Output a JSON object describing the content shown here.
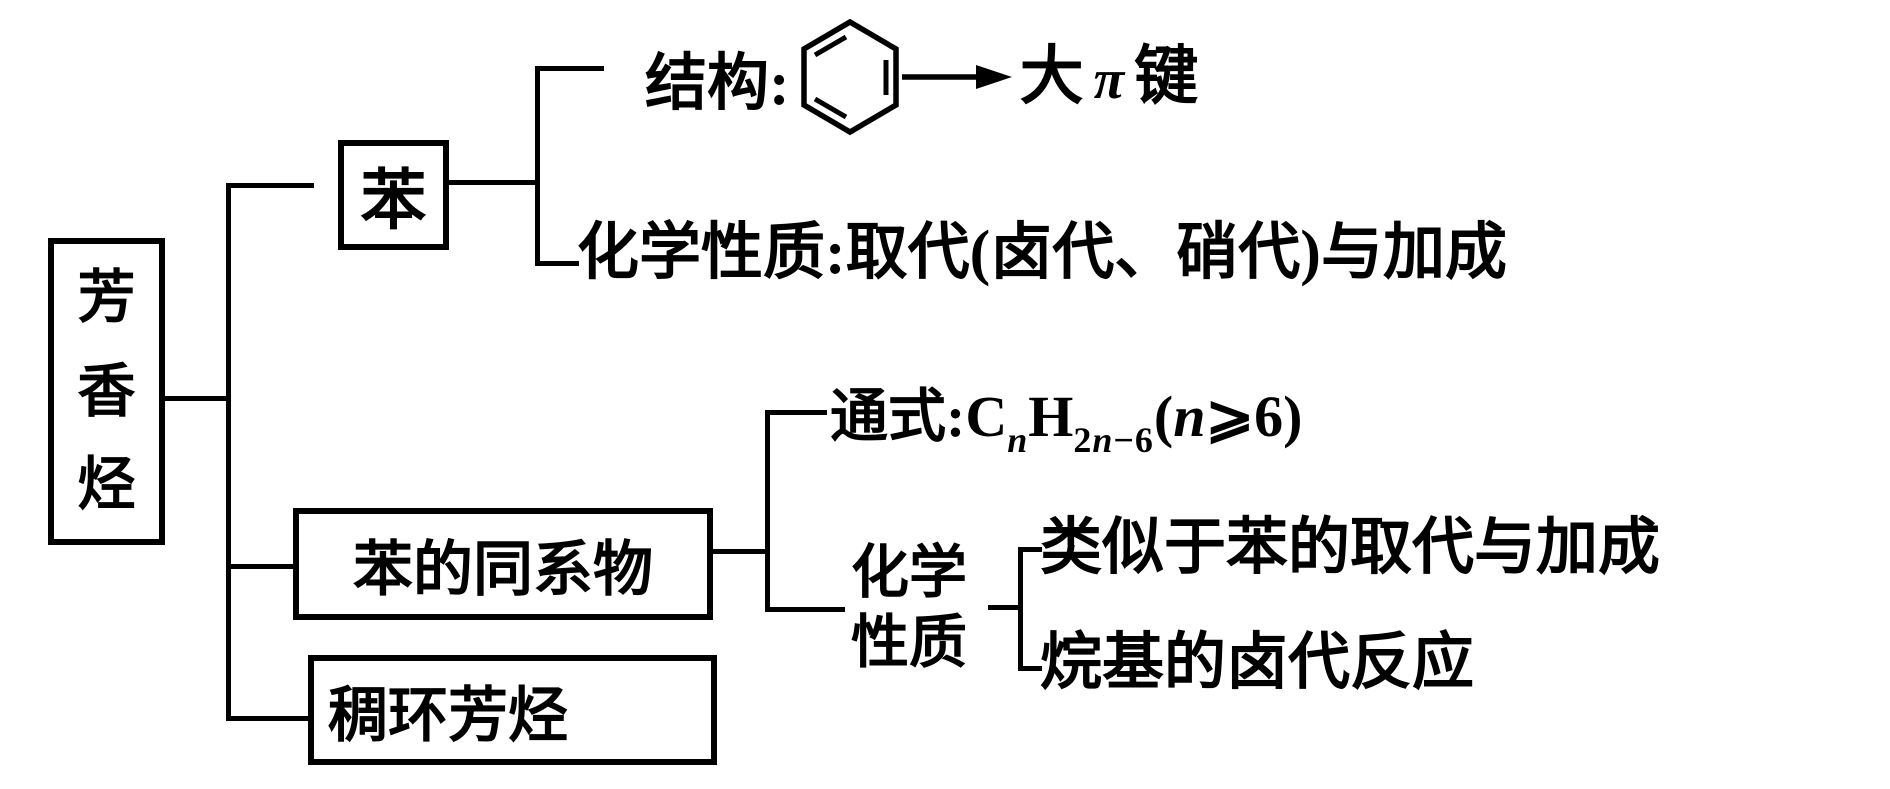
{
  "colors": {
    "ink": "#000000",
    "background": "#ffffff"
  },
  "root": {
    "label": "芳香烃"
  },
  "benzene": {
    "label": "苯",
    "structure_row": {
      "label": "结构:",
      "ring_icon": "benzene-ring",
      "arrow_icon": "right-arrow",
      "big": "大",
      "pi": "π",
      "bond": "键"
    },
    "chemical_row": "化学性质:取代(卤代、硝代)与加成"
  },
  "homologs": {
    "label": "苯的同系物",
    "formula": {
      "lead": "通式:C",
      "sub_n": "n",
      "h": "H",
      "sub_2": "2",
      "sub_n2": "n",
      "sub_m6": "−6",
      "open": "(",
      "n": "n",
      "geq": "⩾",
      "six": "6",
      "close": ")"
    },
    "chem_label": {
      "line1": "化学",
      "line2": "性质"
    },
    "branch_top": "类似于苯的取代与加成",
    "branch_bottom": "烷基的卤代反应"
  },
  "fused": {
    "label": "稠环芳烃"
  }
}
